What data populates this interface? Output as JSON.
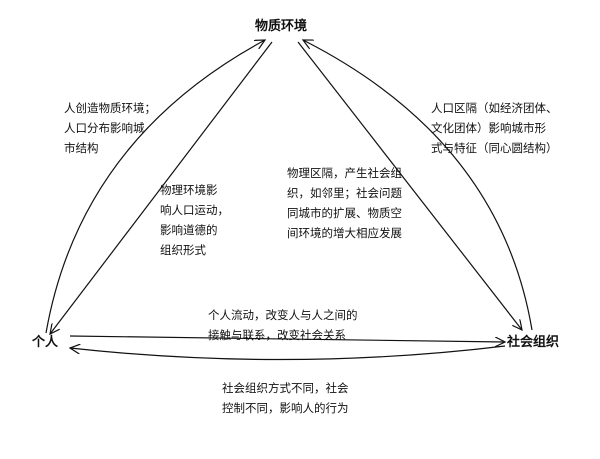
{
  "nodes": {
    "environment": "物质环境",
    "individual": "个人",
    "organization": "社会组织"
  },
  "notes": {
    "env_to_individual": [
      "人创造物质环境；",
      "人口分布影响城",
      "市结构"
    ],
    "env_influence_individual": [
      "物理环境影",
      "响人口运动，",
      "影响道德的",
      "组织形式"
    ],
    "env_organization_relation": [
      "物理区隔，产生社会组",
      "织，如邻里；社会问题",
      "同城市的扩展、物质空",
      "间环境的增大相应发展"
    ],
    "organization_to_env": [
      "人口区隔（如经济团体、",
      "文化团体）影响城市形",
      "式与特征（同心圆结构）"
    ],
    "individual_to_organization": [
      "个人流动，改变人与人之间的",
      "接触与联系，改变社会关系"
    ],
    "organization_to_individual": [
      "社会组织方式不同，社会",
      "控制不同，影响人的行为"
    ]
  },
  "colors": {
    "stroke": "#111111",
    "text": "#111111",
    "background": "#ffffff"
  }
}
